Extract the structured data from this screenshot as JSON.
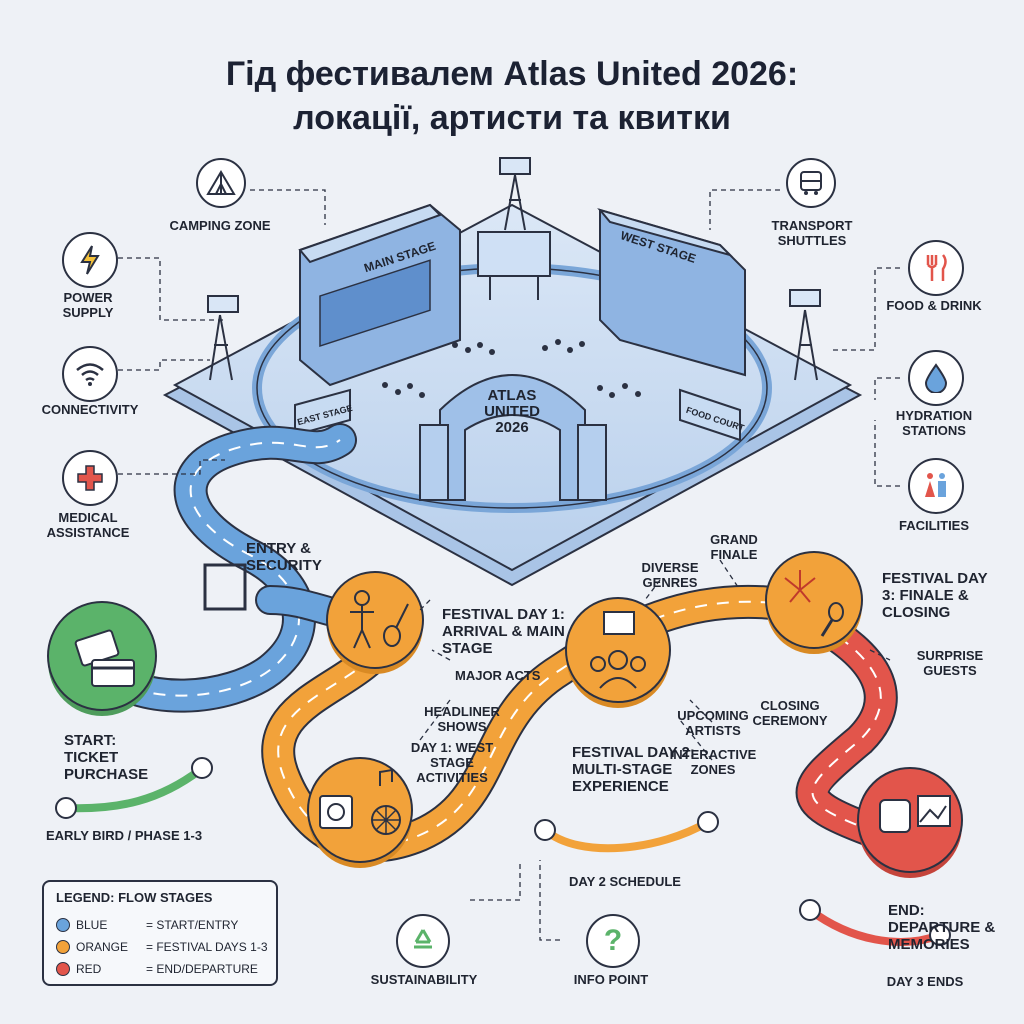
{
  "title": {
    "line1": "Гід фестивалем Atlas United 2026:",
    "line2": "локації, артисти та квитки"
  },
  "venue": {
    "main_stage": "MAIN STAGE",
    "west_stage": "WEST STAGE",
    "east_stage": "EAST STAGE",
    "food_court": "FOOD COURT",
    "gate_line1": "ATLAS",
    "gate_line2": "UNITED",
    "gate_line3": "2026"
  },
  "amenities": {
    "camping": "CAMPING ZONE",
    "power": "POWER SUPPLY",
    "connectivity": "CONNECTIVITY",
    "medical": "MEDICAL ASSISTANCE",
    "transport": "TRANSPORT SHUTTLES",
    "food": "FOOD & DRINK",
    "hydration": "HYDRATION STATIONS",
    "facilities": "FACILITIES",
    "sustainability": "SUSTAINABILITY",
    "info": "INFO POINT"
  },
  "flow": {
    "entry": "ENTRY & SECURITY",
    "start": "START: TICKET PURCHASE",
    "early_bird": "EARLY BIRD / PHASE 1-3",
    "day1": "FESTIVAL DAY 1: ARRIVAL & MAIN STAGE",
    "major_acts": "MAJOR ACTS",
    "headliner": "HEADLINER SHOWS",
    "day1_west": "DAY 1: WEST STAGE ACTIVITIES",
    "diverse": "DIVERSE GENRES",
    "day2": "FESTIVAL DAY 2: MULTI-STAGE EXPERIENCE",
    "upcoming": "UPCOMING ARTISTS",
    "interactive": "INTERACTIVE ZONES",
    "day2_schedule": "DAY 2 SCHEDULE",
    "grand_finale": "GRAND FINALE",
    "day3": "FESTIVAL DAY 3: FINALE & CLOSING",
    "surprise": "SURPRISE GUESTS",
    "closing": "CLOSING CEREMONY",
    "end": "END: DEPARTURE & MEMORIES",
    "day3_ends": "DAY 3 ENDS"
  },
  "legend": {
    "title": "LEGEND: FLOW STAGES",
    "rows": [
      {
        "color": "BLUE",
        "meaning": "= START/ENTRY",
        "hex": "#6aa3dc"
      },
      {
        "color": "ORANGE",
        "meaning": "= FESTIVAL DAYS 1-3",
        "hex": "#f2a23a"
      },
      {
        "color": "RED",
        "meaning": "= END/DEPARTURE",
        "hex": "#e2554b"
      }
    ]
  },
  "colors": {
    "blue": "#6aa3dc",
    "orange": "#f2a23a",
    "red": "#e2554b",
    "green": "#5bb36a"
  }
}
